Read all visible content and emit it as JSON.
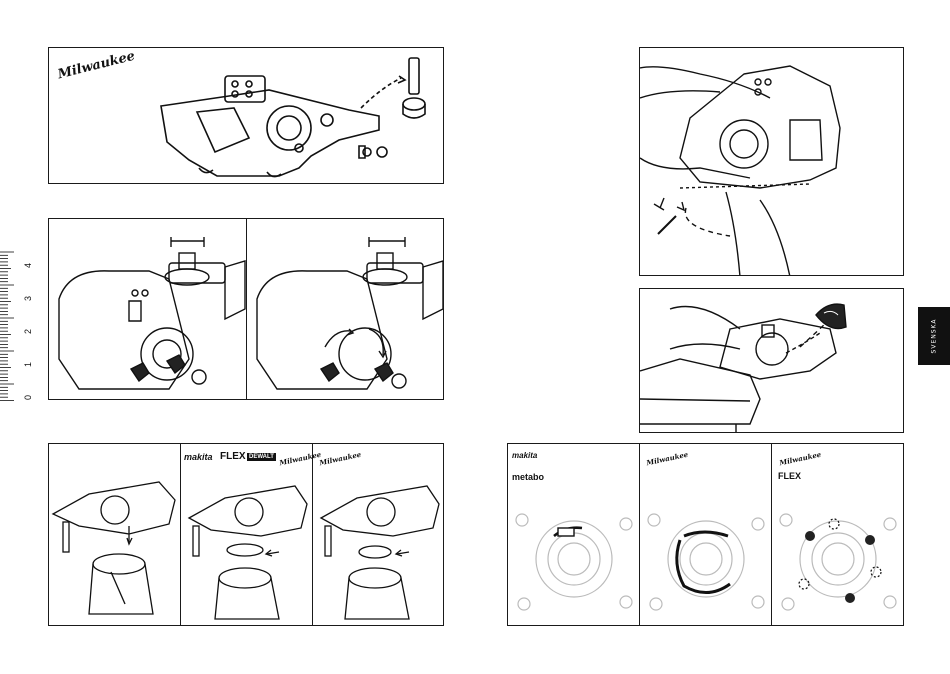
{
  "brands": {
    "milwaukee": "Milwaukee",
    "makita": "makita",
    "flex": "FLEX",
    "dewalt": "DEWALT",
    "metabo": "metabo"
  },
  "ruler": {
    "labels": [
      "0",
      "1",
      "2",
      "3",
      "4"
    ]
  },
  "section_tab": {
    "label": "SVENSKA"
  }
}
